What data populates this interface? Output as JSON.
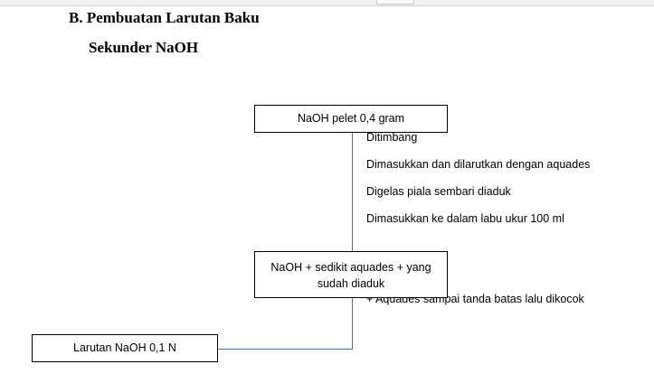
{
  "heading": {
    "line1": "B. Pembuatan Larutan Baku",
    "line2": "Sekunder NaOH"
  },
  "flowchart": {
    "start_box": "NaOH pelet 0,4 gram",
    "steps": [
      "Ditimbang",
      "Dimasukkan dan dilarutkan dengan aquades",
      "Digelas piala sembari diaduk",
      "Dimasukkan ke dalam labu ukur 100 ml"
    ],
    "middle_box_line1": "NaOH + sedikit aquades + yang",
    "middle_box_line2": "sudah diaduk",
    "step_after_middle": "+ Aquades sampai tanda batas lalu dikocok",
    "end_box": "Larutan NaOH 0,1 N",
    "connector_color": "#4472c4"
  }
}
